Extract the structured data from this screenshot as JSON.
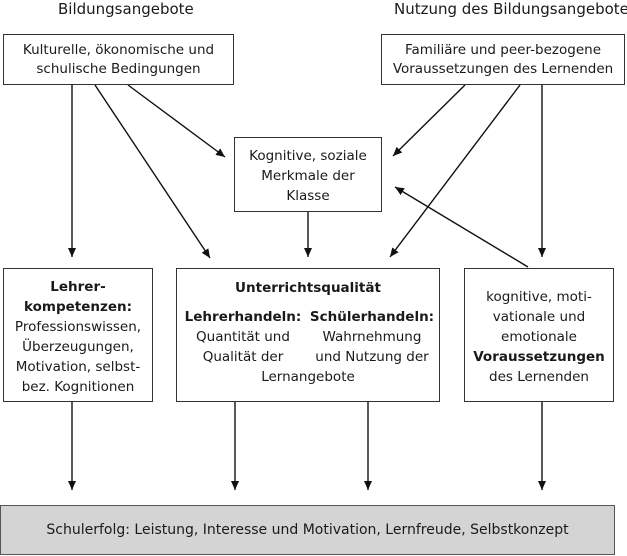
{
  "headings": {
    "left": "Bildungsangebote",
    "right": "Nutzung des Bildungsangebotes"
  },
  "boxes": {
    "cultural": [
      "Kulturelle, ökonomische und",
      "schulische Bedingungen"
    ],
    "familial": [
      "Familiäre und peer-bezogene",
      "Voraussetzungen des Lernenden"
    ],
    "class": [
      "Kognitive, soziale",
      "Merkmale der",
      "Klasse"
    ],
    "teacher": {
      "title": [
        "Lehrer-",
        "kompetenzen:"
      ],
      "body": [
        "Professionswissen,",
        "Überzeugungen,",
        "Motivation, selbst-",
        "bez. Kognitionen"
      ]
    },
    "quality": {
      "title": "Unterrichtsqualität",
      "left_title": "Lehrerhandeln:",
      "left_body": [
        "Quantität und",
        "Qualität der"
      ],
      "right_title": "Schülerhandeln:",
      "right_body": [
        "Wahrnehmung",
        "und Nutzung der"
      ],
      "bottom": "Lernangebote"
    },
    "learner": {
      "lines_top": [
        "kognitive, moti-",
        "vationale und",
        "emotionale"
      ],
      "bold": "Voraussetzungen",
      "lines_bottom": [
        "des Lernenden"
      ]
    }
  },
  "footer": "Schulerfolg: Leistung, Interesse und Motivation, Lernfreude, Selbstkonzept"
}
